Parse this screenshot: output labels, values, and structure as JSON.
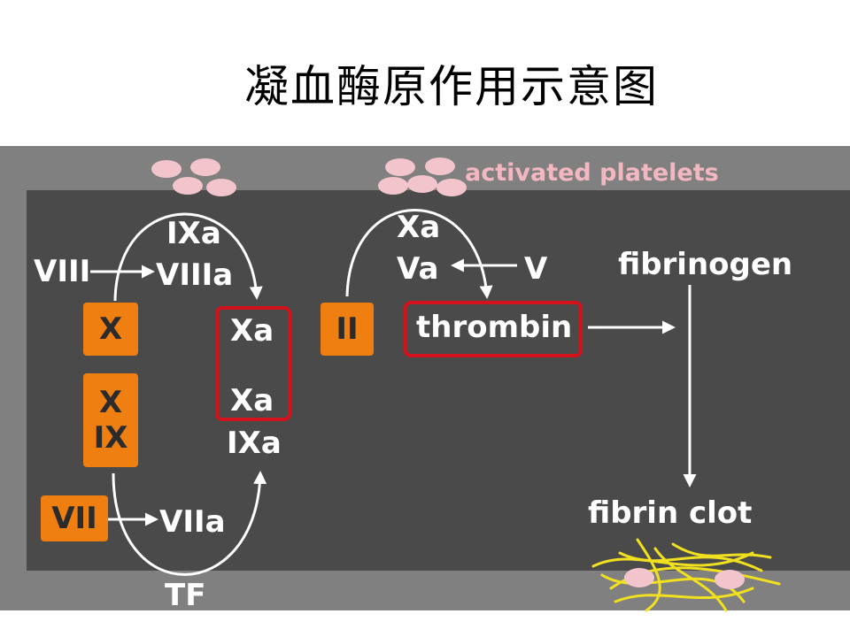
{
  "title": "凝血酶原作用示意图",
  "labels": {
    "activated_platelets": "activated platelets",
    "ixa_top": "IXa",
    "viii": "VIII",
    "viiia": "VIIIa",
    "x_box": "X",
    "x_box2": "X",
    "ix_box2": "IX",
    "vii_box": "VII",
    "viia": "VIIa",
    "tf": "TF",
    "xa_upper": "Xa",
    "xa_lower": "Xa",
    "ixa_lower": "IXa",
    "ii_box": "II",
    "xa_mid": "Xa",
    "va": "Va",
    "v": "V",
    "thrombin": "thrombin",
    "fibrinogen": "fibrinogen",
    "fibrin_clot": "fibrin clot"
  },
  "colors": {
    "factor_box": "#f07f12",
    "highlight_border": "#d4121b",
    "platelet": "#f2c4cc",
    "fibrin": "#f0e020",
    "arrow": "#ffffff"
  }
}
